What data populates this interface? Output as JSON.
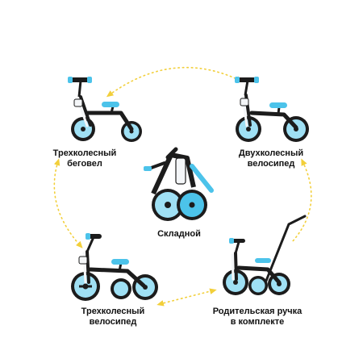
{
  "colors": {
    "accent": "#4cc3ea",
    "accent_light": "#9fe0f4",
    "frame_white": "#f4f6f8",
    "dark": "#1c1c1c",
    "arrow_yellow": "#f2cf3a"
  },
  "modes": [
    {
      "id": "three-wheel-balance",
      "line1": "Трехколесный",
      "line2": "беговел"
    },
    {
      "id": "two-wheel-bike",
      "line1": "Двухколесный",
      "line2": "велосипед"
    },
    {
      "id": "folded",
      "line1": "Складной",
      "line2": ""
    },
    {
      "id": "three-wheel-bike",
      "line1": "Трехколесный",
      "line2": "велосипед"
    },
    {
      "id": "parent-handle",
      "line1": "Родительская ручка",
      "line2": "в комплекте"
    }
  ]
}
